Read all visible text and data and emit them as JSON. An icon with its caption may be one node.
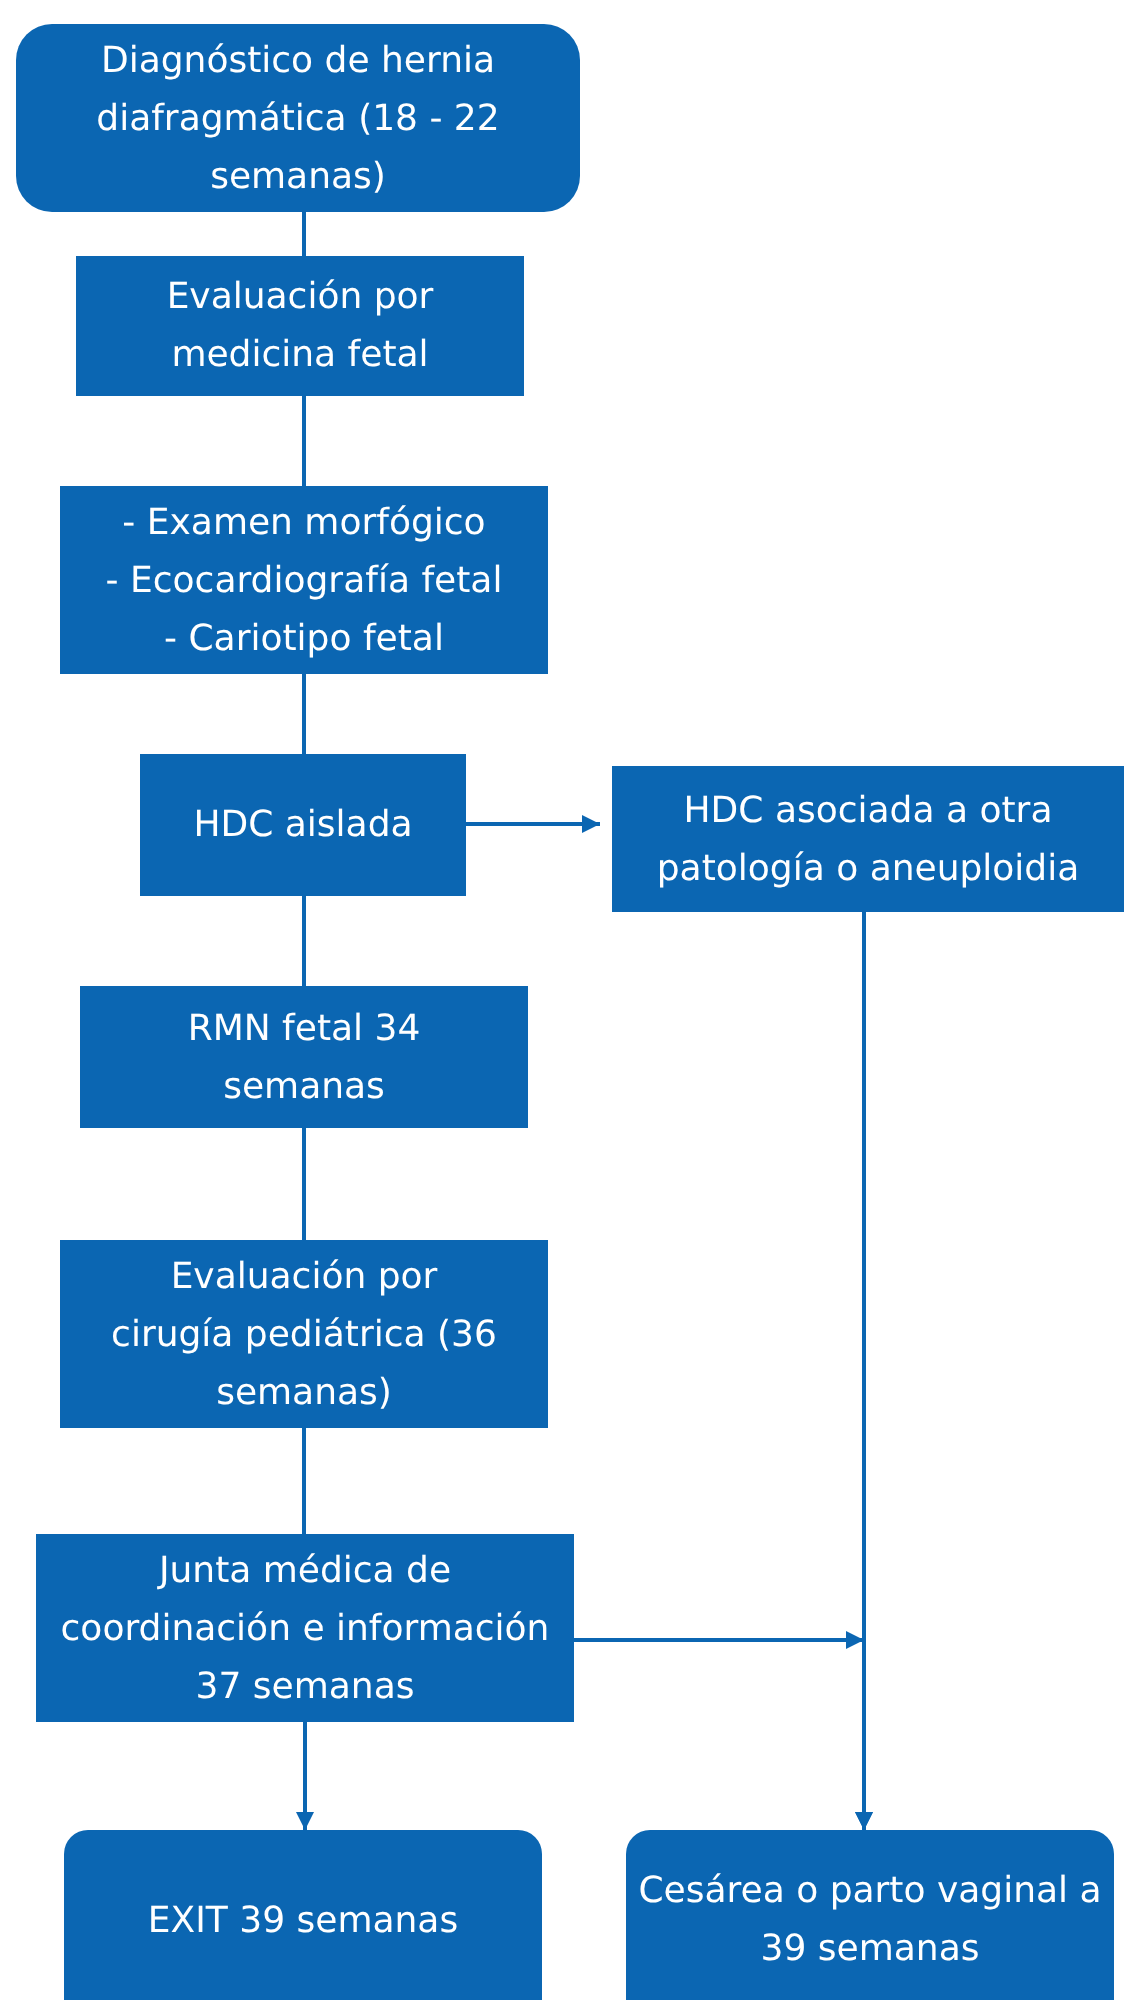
{
  "diagram": {
    "nodes": [
      {
        "text": [
          "Diagnóstico de hernia diafragmática (18 - 22 semanas)"
        ]
      },
      {
        "text": [
          "Evaluación por medicina fetal"
        ]
      },
      {
        "text": [
          "- Examen morfógico",
          "- Ecocardiografía fetal",
          "- Cariotipo fetal"
        ]
      },
      {
        "text": [
          "HDC aislada"
        ]
      },
      {
        "text": [
          "HDC asociada a otra patología o aneuploidia"
        ]
      },
      {
        "text": [
          "RMN fetal 34 semanas"
        ]
      },
      {
        "text": [
          "Evaluación por cirugía pediátrica (36 semanas)"
        ]
      },
      {
        "text": [
          "Junta médica de coordinación e información 37 semanas"
        ]
      },
      {
        "text": [
          "EXIT 39 semanas"
        ]
      },
      {
        "text": [
          "Cesárea o parto vaginal a 39 semanas"
        ]
      }
    ],
    "edges": [
      {
        "from": 0,
        "to": 1,
        "arrow": "none"
      },
      {
        "from": 1,
        "to": 2,
        "arrow": "none"
      },
      {
        "from": 2,
        "to": 3,
        "arrow": "none"
      },
      {
        "from": 3,
        "to": 4,
        "arrow": "to"
      },
      {
        "from": 3,
        "to": 5,
        "arrow": "none"
      },
      {
        "from": 5,
        "to": 6,
        "arrow": "none"
      },
      {
        "from": 6,
        "to": 7,
        "arrow": "none"
      },
      {
        "from": 7,
        "to": 8,
        "arrow": "to"
      },
      {
        "from": 4,
        "to": 9,
        "arrow": "to"
      },
      {
        "from": 7,
        "to": 9,
        "arrow": "to"
      }
    ]
  }
}
